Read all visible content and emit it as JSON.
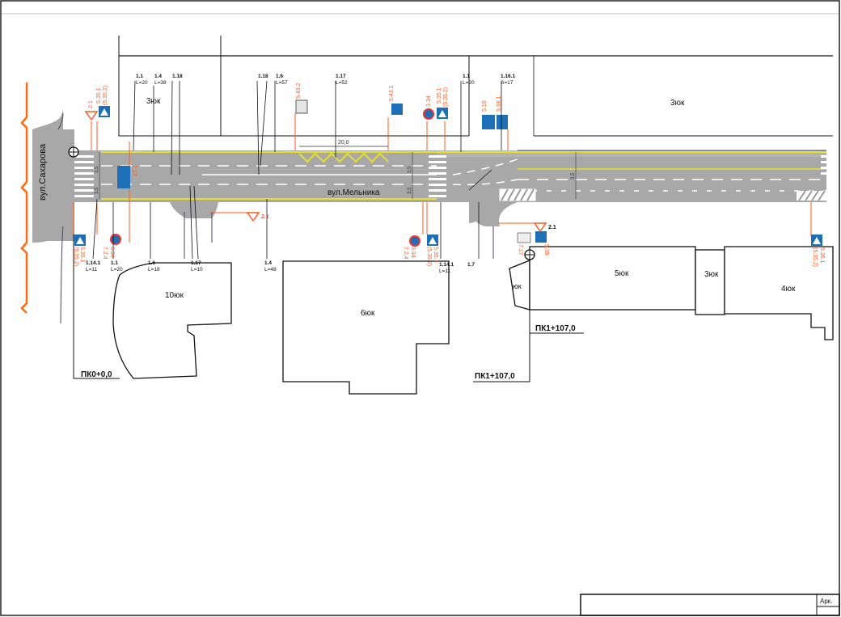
{
  "streets": {
    "sakharova": "вул.Сахарова",
    "melnyka": "вул.Мельника"
  },
  "buildings": [
    "3юк",
    "3юк",
    "10юк",
    "6юк",
    "5юк",
    "3юк",
    "4юк",
    "юк"
  ],
  "pickets": [
    "ПК0+0,0",
    "ПК1+107,0",
    "ПК1+107,0"
  ],
  "dimension": "20,0",
  "markings_top": [
    {
      "code": "1.1",
      "len": "L=20"
    },
    {
      "code": "1.4",
      "len": "L=38"
    },
    {
      "code": "1.18",
      "len": ""
    },
    {
      "code": "1.18",
      "len": ""
    },
    {
      "code": "1.6",
      "len": "L=57"
    },
    {
      "code": "1.17",
      "len": "L=52"
    },
    {
      "code": "1.1",
      "len": "L=20"
    },
    {
      "code": "1.16.1",
      "len": "S=17"
    }
  ],
  "markings_bottom": [
    {
      "code": "1.14.1",
      "len": "L=11"
    },
    {
      "code": "1.1",
      "len": "L=20"
    },
    {
      "code": "1.6",
      "len": "L=18"
    },
    {
      "code": "1.17",
      "len": "L=10"
    },
    {
      "code": "1.4",
      "len": "L=48"
    },
    {
      "code": "1.14.1",
      "len": "L=11"
    },
    {
      "code": "1.7",
      "len": ""
    }
  ],
  "signs_top": [
    "2.1",
    "5.35.1",
    "(5.35.2)",
    "5.43.2",
    "5.43.1",
    "3.34",
    "5.35.1",
    "(5.35.2)",
    "5.16",
    "5.38.1"
  ],
  "signs_bottom": [
    "5.35.1",
    "(5.35.2)",
    "7.2.4",
    "3.34",
    "2.1",
    "7.2.4",
    "3.34",
    "5.35.1",
    "(5.35.2)",
    "2.1",
    "7.17",
    "5.39",
    "5.35.1",
    "(5.35.2)"
  ],
  "sign_left_vert": "7.17",
  "lane_widths": [
    "3,5",
    "3,5",
    "3,5",
    "3,5",
    "3,5"
  ],
  "title_block": {
    "label": "Арк."
  },
  "colors": {
    "road": "#a8a8a8",
    "edge": "#e7df2a",
    "sign_line": "#ff5a1f",
    "sign_blue": "#1d6fb8",
    "building": "#1a1a1a"
  }
}
